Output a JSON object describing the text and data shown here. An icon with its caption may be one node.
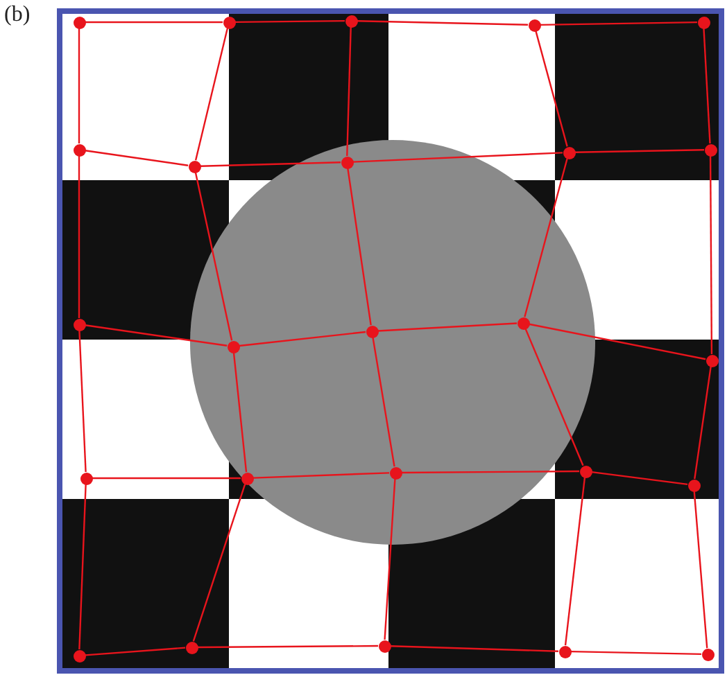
{
  "diagram": {
    "nodes": [
      {
        "text": [],
        "shape": "circle"
      },
      {
        "text": [],
        "shape": "circle"
      },
      {
        "text": [],
        "shape": "circle"
      },
      {
        "text": [],
        "shape": "circle"
      },
      {
        "text": [],
        "shape": "circle"
      },
      {
        "text": [],
        "shape": "circle"
      },
      {
        "text": [],
        "shape": "circle"
      },
      {
        "text": [],
        "shape": "circle"
      },
      {
        "text": [],
        "shape": "circle"
      },
      {
        "text": [],
        "shape": "circle"
      },
      {
        "text": [],
        "shape": "circle"
      },
      {
        "text": [],
        "shape": "circle"
      },
      {
        "text": [],
        "shape": "circle"
      },
      {
        "text": [],
        "shape": "circle"
      },
      {
        "text": [],
        "shape": "circle"
      },
      {
        "text": [],
        "shape": "circle"
      },
      {
        "text": [],
        "shape": "circle"
      },
      {
        "text": [],
        "shape": "circle"
      },
      {
        "text": [],
        "shape": "circle"
      },
      {
        "text": [],
        "shape": "circle"
      },
      {
        "text": [],
        "shape": "circle"
      },
      {
        "text": [],
        "shape": "circle"
      },
      {
        "text": [],
        "shape": "circle"
      },
      {
        "text": [],
        "shape": "circle"
      },
      {
        "text": [],
        "shape": "circle"
      }
    ],
    "edges": [
      {
        "from": 0,
        "to": 1,
        "arrow": "none"
      },
      {
        "from": 1,
        "to": 2,
        "arrow": "none"
      },
      {
        "from": 2,
        "to": 3,
        "arrow": "none"
      },
      {
        "from": 3,
        "to": 4,
        "arrow": "none"
      },
      {
        "from": 5,
        "to": 6,
        "arrow": "none"
      },
      {
        "from": 6,
        "to": 7,
        "arrow": "none"
      },
      {
        "from": 7,
        "to": 8,
        "arrow": "none"
      },
      {
        "from": 8,
        "to": 9,
        "arrow": "none"
      },
      {
        "from": 10,
        "to": 11,
        "arrow": "none"
      },
      {
        "from": 11,
        "to": 12,
        "arrow": "none"
      },
      {
        "from": 12,
        "to": 13,
        "arrow": "none"
      },
      {
        "from": 13,
        "to": 14,
        "arrow": "none"
      },
      {
        "from": 15,
        "to": 16,
        "arrow": "none"
      },
      {
        "from": 16,
        "to": 17,
        "arrow": "none"
      },
      {
        "from": 17,
        "to": 18,
        "arrow": "none"
      },
      {
        "from": 18,
        "to": 19,
        "arrow": "none"
      },
      {
        "from": 20,
        "to": 21,
        "arrow": "none"
      },
      {
        "from": 21,
        "to": 22,
        "arrow": "none"
      },
      {
        "from": 22,
        "to": 23,
        "arrow": "none"
      },
      {
        "from": 23,
        "to": 24,
        "arrow": "none"
      },
      {
        "from": 0,
        "to": 5,
        "arrow": "none"
      },
      {
        "from": 5,
        "to": 10,
        "arrow": "none"
      },
      {
        "from": 10,
        "to": 15,
        "arrow": "none"
      },
      {
        "from": 15,
        "to": 20,
        "arrow": "none"
      },
      {
        "from": 1,
        "to": 6,
        "arrow": "none"
      },
      {
        "from": 6,
        "to": 11,
        "arrow": "none"
      },
      {
        "from": 11,
        "to": 16,
        "arrow": "none"
      },
      {
        "from": 16,
        "to": 21,
        "arrow": "none"
      },
      {
        "from": 2,
        "to": 7,
        "arrow": "none"
      },
      {
        "from": 7,
        "to": 12,
        "arrow": "none"
      },
      {
        "from": 12,
        "to": 17,
        "arrow": "none"
      },
      {
        "from": 17,
        "to": 22,
        "arrow": "none"
      },
      {
        "from": 3,
        "to": 8,
        "arrow": "none"
      },
      {
        "from": 8,
        "to": 13,
        "arrow": "none"
      },
      {
        "from": 13,
        "to": 18,
        "arrow": "none"
      },
      {
        "from": 18,
        "to": 23,
        "arrow": "none"
      },
      {
        "from": 4,
        "to": 9,
        "arrow": "none"
      },
      {
        "from": 9,
        "to": 14,
        "arrow": "none"
      },
      {
        "from": 14,
        "to": 19,
        "arrow": "none"
      },
      {
        "from": 19,
        "to": 24,
        "arrow": "none"
      }
    ],
    "labels": [
      "(b)"
    ]
  }
}
